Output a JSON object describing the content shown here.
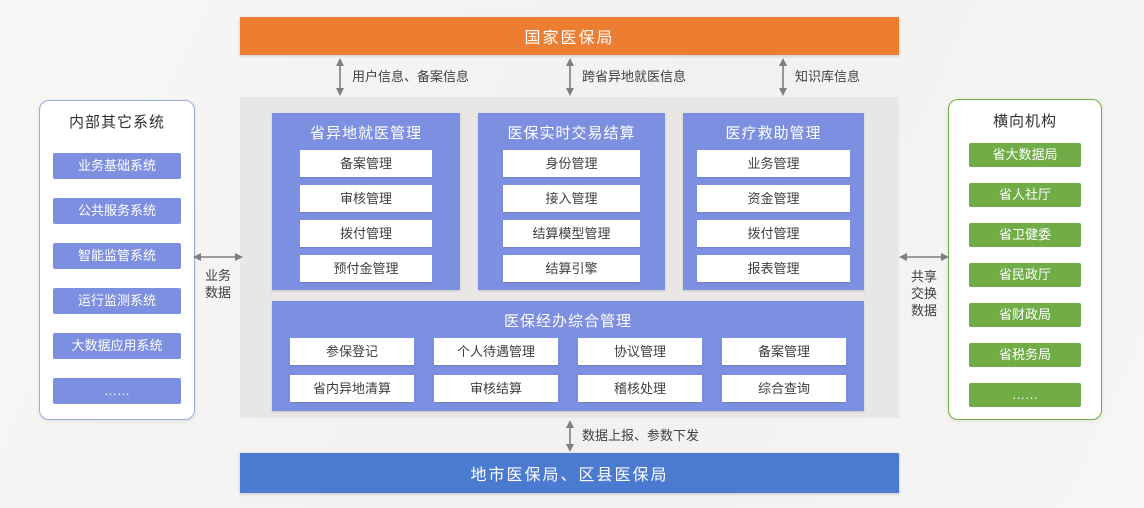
{
  "colors": {
    "orange": "#ED7D31",
    "module_blue": "#7C8FE0",
    "bottom_bar_blue": "#4B7BD1",
    "green": "#70AD47",
    "center_background": "#E8E7E5",
    "arrow_gray": "#7F7F7F"
  },
  "top_bar": {
    "label": "国家医保局"
  },
  "bottom_bar": {
    "label": "地市医保局、区县医保局"
  },
  "top_links": [
    {
      "label": "用户信息、备案信息"
    },
    {
      "label": "跨省异地就医信息"
    },
    {
      "label": "知识库信息"
    }
  ],
  "bottom_link": {
    "label": "数据上报、参数下发"
  },
  "left_link": {
    "lines": [
      "业务",
      "数据"
    ]
  },
  "right_link": {
    "lines": [
      "共享",
      "交换",
      "数据"
    ]
  },
  "left_panel": {
    "title": "内部其它系统",
    "items": [
      "业务基础系统",
      "公共服务系统",
      "智能监管系统",
      "运行监测系统",
      "大数据应用系统",
      "……"
    ]
  },
  "right_panel": {
    "title": "横向机构",
    "items": [
      "省大数据局",
      "省人社厅",
      "省卫健委",
      "省民政厅",
      "省财政局",
      "省税务局",
      "……"
    ]
  },
  "center": {
    "modules": [
      {
        "title": "省异地就医管理",
        "items": [
          "备案管理",
          "审核管理",
          "拨付管理",
          "预付金管理"
        ]
      },
      {
        "title": "医保实时交易结算",
        "items": [
          "身份管理",
          "接入管理",
          "结算模型管理",
          "结算引擎"
        ]
      },
      {
        "title": "医疗救助管理",
        "items": [
          "业务管理",
          "资金管理",
          "拨付管理",
          "报表管理"
        ]
      }
    ],
    "bottom_module": {
      "title": "医保经办综合管理",
      "rows": [
        [
          "参保登记",
          "个人待遇管理",
          "协议管理",
          "备案管理"
        ],
        [
          "省内异地清算",
          "审核结算",
          "稽核处理",
          "综合查询"
        ]
      ]
    }
  }
}
